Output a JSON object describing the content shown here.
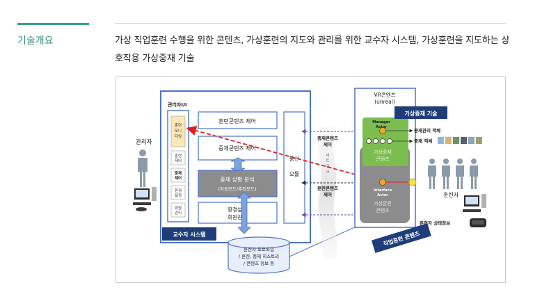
{
  "section": {
    "title": "기술개요"
  },
  "description": "가상 직업훈련 수행을 위한 콘텐츠, 가상훈련의 지도와 관리를 위한 교수자 시스템, 가상훈련을 지도하는 상호작용 가상중재 기술",
  "diagram": {
    "admin_label": "관리자",
    "admin_ui_title": "관리자UI",
    "left_tabs": [
      "훈련\n모니\n터링",
      "훈련\n제어",
      "중재\n제어",
      "환경\n설정",
      "회원\n관리"
    ],
    "boxes": {
      "training_control": "훈련콘텐츠 제어",
      "intervention_control": "중재콘텐츠 제어",
      "analysis_title": "중재 상황 분석",
      "analysis_sub": "(자동모드/추천모드)",
      "settings": "환경설정\n회원관리",
      "comm_module": "통신\n\n모듈"
    },
    "instructor_system_label": "교수자 시스템",
    "db_text": "훈련자 프로파일\n/ 훈련, 중재 히스토리\n/ 콘텐츠 정보 등",
    "network": {
      "label_top": "중재콘텐츠\n제어",
      "label_mid": "네\n트\n워\n크",
      "label_bottom": "훈련콘텐츠\n제어"
    },
    "vr": {
      "title": "VR콘텐츠\n(unreal)",
      "manager_actor": "Manager\nActor",
      "intervention_content": "가상중재\n콘텐츠",
      "interface_actor": "Interface\nActor",
      "training_content": "가상훈련\n콘텐츠"
    },
    "badge_intervention": "가상중재 기술",
    "badge_training": "직업훈련 콘텐츠",
    "right_labels": {
      "mgmt_object": "중재관리 객체",
      "object": "중재 객체",
      "trainee": "훈련자",
      "trainee_state": "훈련자 상태정보"
    }
  },
  "colors": {
    "accent": "#2e8f7f",
    "blue_border": "#4a72c8",
    "dark_blue_badge": "#1f3d7a",
    "green_block": "#7bbd4e",
    "gray_block": "#8c8c8c",
    "red_arrow": "#e02020",
    "purple_arrow": "#6a3fa0",
    "orange_node": "#f5a623"
  }
}
